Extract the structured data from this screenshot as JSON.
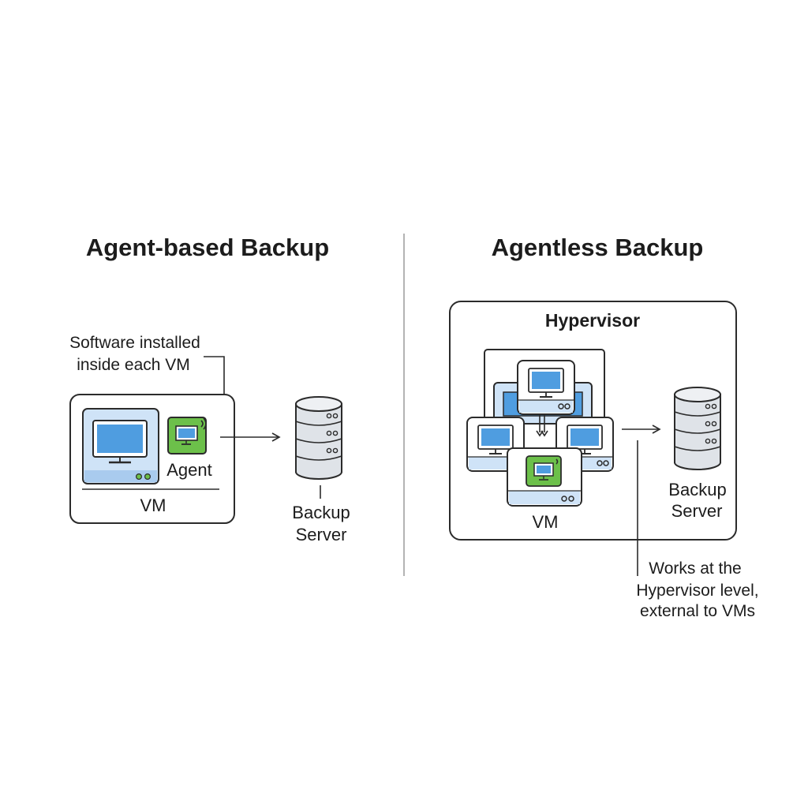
{
  "left_panel": {
    "title": "Agent-based Backup",
    "annotation_line1": "Software installed",
    "annotation_line2": "inside each VM",
    "agent_label": "Agent",
    "vm_label": "VM",
    "server_label_line1": "Backup",
    "server_label_line2": "Server"
  },
  "right_panel": {
    "title": "Agentless Backup",
    "hypervisor_label": "Hypervisor",
    "vm_label": "VM",
    "server_label_line1": "Backup",
    "server_label_line2": "Server",
    "annotation_line1": "Works at the",
    "annotation_line2": "Hypervisor level,",
    "annotation_line3": "external to VMs"
  },
  "colors": {
    "monitor_blue": "#4f9de0",
    "vm_panel_blue": "#cfe3f7",
    "agent_green": "#6cc04a",
    "server_gray": "#dfe3e8",
    "outline": "#2b2b2b"
  },
  "icons": {
    "server": "database-server-icon",
    "monitor": "monitor-icon",
    "arrow": "arrow-right-icon"
  }
}
